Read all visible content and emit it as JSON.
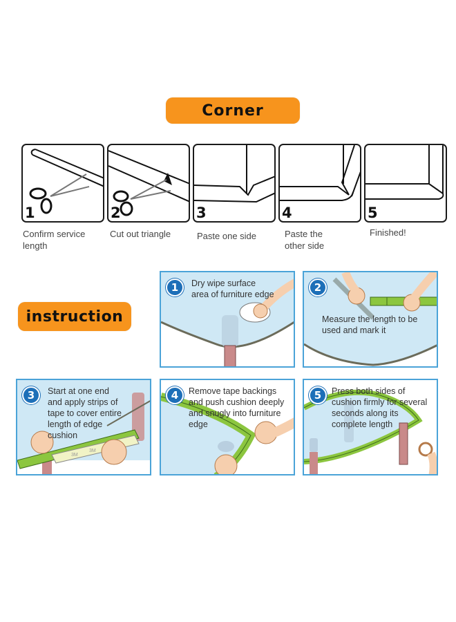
{
  "corner_section": {
    "title": "Corner",
    "steps": [
      {
        "number": "1",
        "label": "Confirm service length",
        "icon": "scissors-icon"
      },
      {
        "number": "2",
        "label": "Cut out triangle",
        "icon": "scissors-icon"
      },
      {
        "number": "3",
        "label": "Paste one side",
        "icon": "corner-paste-icon"
      },
      {
        "number": "4",
        "label": "Paste the other side",
        "icon": "corner-paste-icon"
      },
      {
        "number": "5",
        "label": "Finished!",
        "icon": "corner-finished-icon"
      }
    ]
  },
  "instruction_section": {
    "title": "instruction",
    "steps": [
      {
        "number": "1",
        "text": "Dry wipe surface area of furniture edge"
      },
      {
        "number": "2",
        "text": "Measure the length to be used and mark it"
      },
      {
        "number": "3",
        "text": "Start at one end and apply strips of tape to cover entire length of edge cushion"
      },
      {
        "number": "4",
        "text": "Remove tape backings and push cushion deeply and snugly into furniture edge"
      },
      {
        "number": "5",
        "text": "Press both sides of cushion firmly for several seconds along its complete length"
      }
    ],
    "tape_label": "3M"
  },
  "colors": {
    "accent_orange": "#f7941d",
    "panel_border": "#4aa3d8",
    "badge_blue": "#1d6fb8",
    "table_glass": "#cfe8f5",
    "cushion_green": "#8cc63f",
    "table_leg": "#c98a8a"
  }
}
